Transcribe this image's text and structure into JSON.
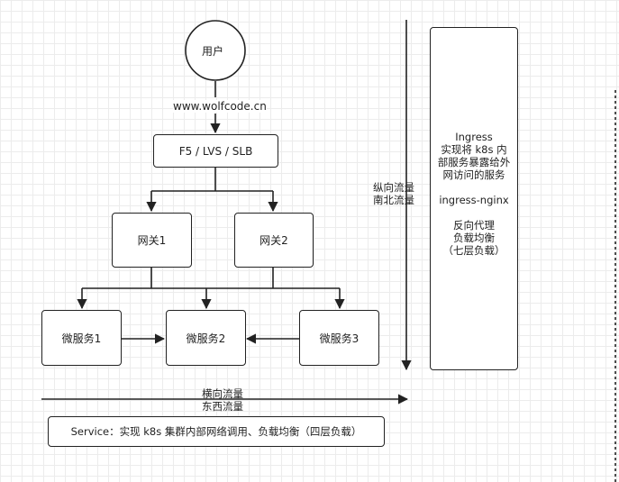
{
  "nodes": {
    "user": "用户",
    "url": "www.wolfcode.cn",
    "lb": "F5 / LVS / SLB",
    "gateway1": "网关1",
    "gateway2": "网关2",
    "ms1": "微服务1",
    "ms2": "微服务2",
    "ms3": "微服务3"
  },
  "vertical_label": [
    "纵向流量",
    "南北流量"
  ],
  "horizontal_label": [
    "横向流量",
    "东西流量"
  ],
  "service_note": "Service：实现 k8s 集群内部网络调用、负载均衡（四层负载）",
  "ingress_panel": {
    "title": "Ingress",
    "desc": [
      "实现将 k8s 内",
      "部服务暴露给外",
      "网访问的服务"
    ],
    "controller": "ingress-nginx",
    "features": [
      "反向代理",
      "负载均衡",
      "（七层负载）"
    ]
  },
  "colors": {
    "line": "#222222",
    "grid": "#ececec",
    "background": "#ffffff"
  }
}
